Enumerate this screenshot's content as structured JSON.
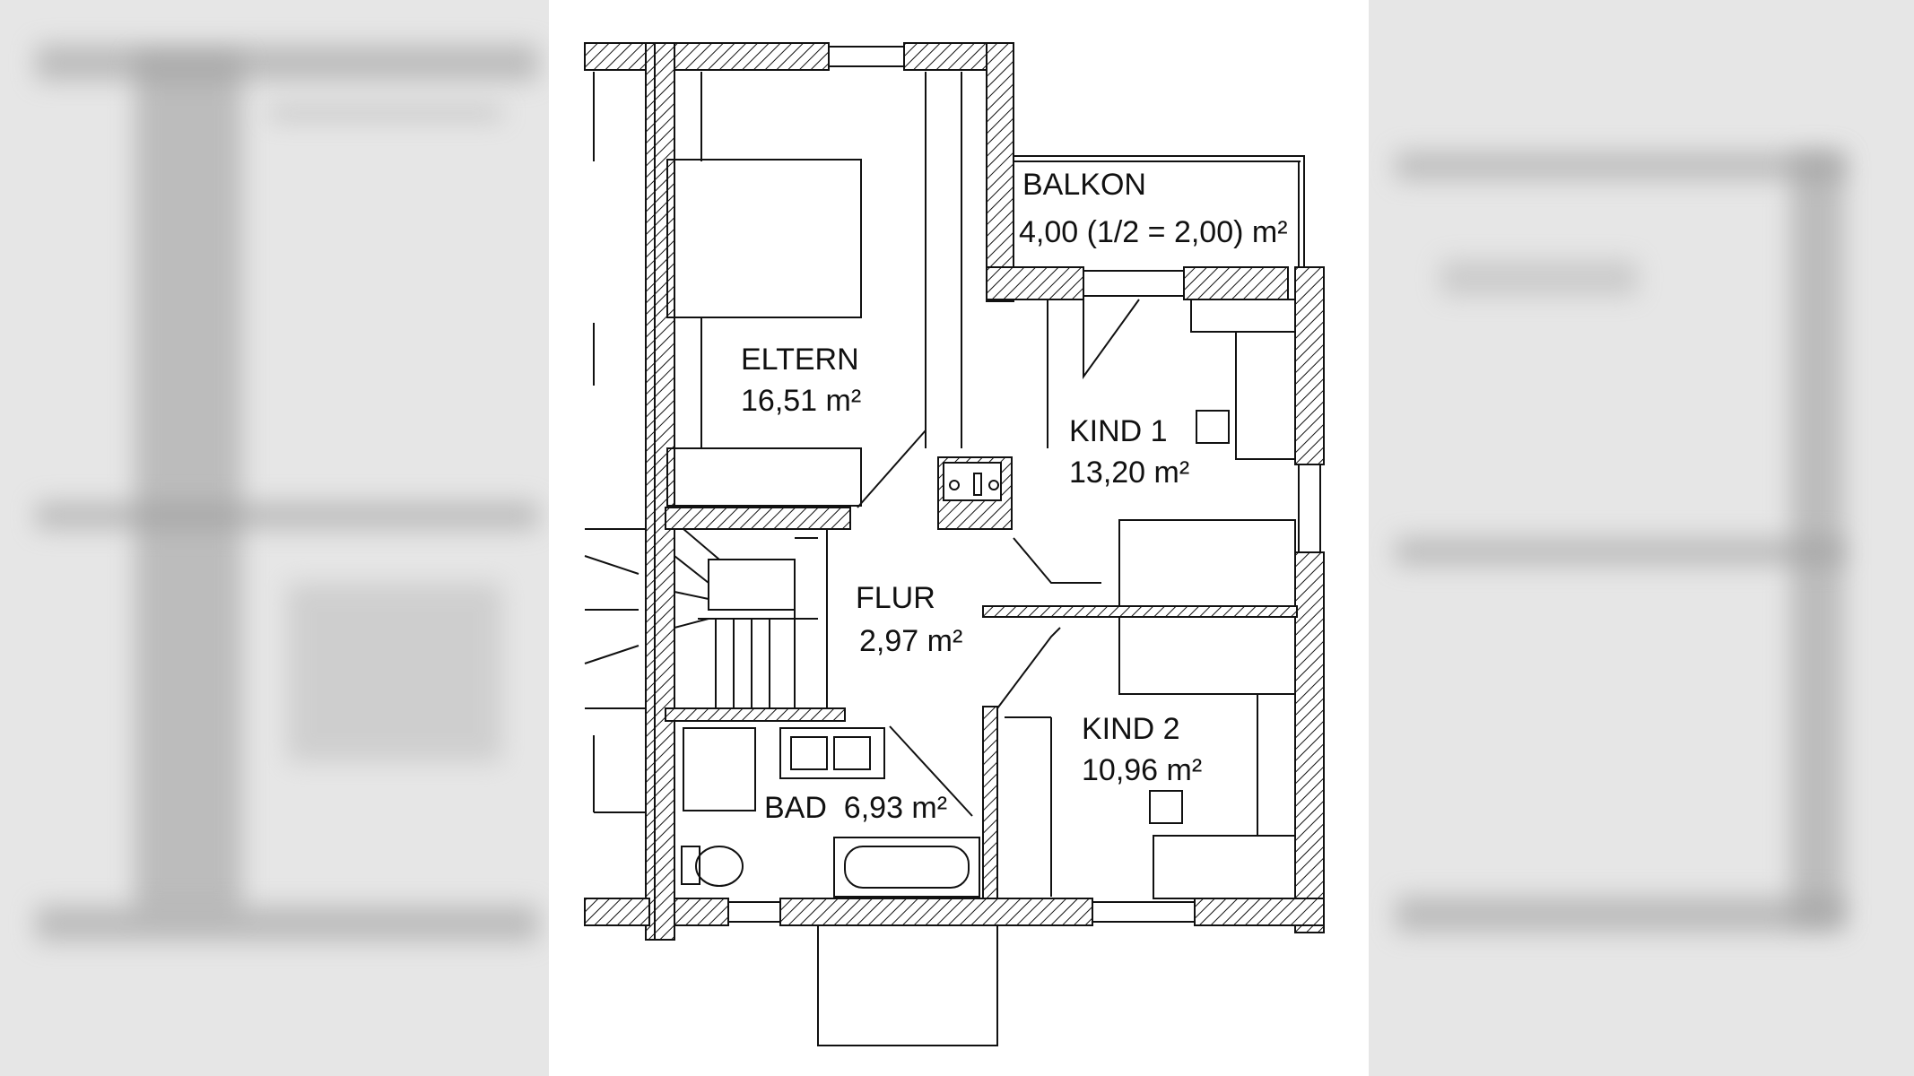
{
  "rooms": {
    "balkon": {
      "name": "BALKON",
      "area": "4,00 (1/2 = 2,00) m²"
    },
    "eltern": {
      "name": "ELTERN",
      "area": "16,51 m²"
    },
    "kind1": {
      "name": "KIND 1",
      "area": "13,20 m²"
    },
    "flur": {
      "name": "FLUR",
      "area": "2,97 m²"
    },
    "kind2": {
      "name": "KIND 2",
      "area": "10,96 m²"
    },
    "bad": {
      "label": "BAD  6,93 m²"
    }
  },
  "colors": {
    "line": "#111111",
    "paper": "#ffffff",
    "backdrop": "#e6e6e6"
  }
}
